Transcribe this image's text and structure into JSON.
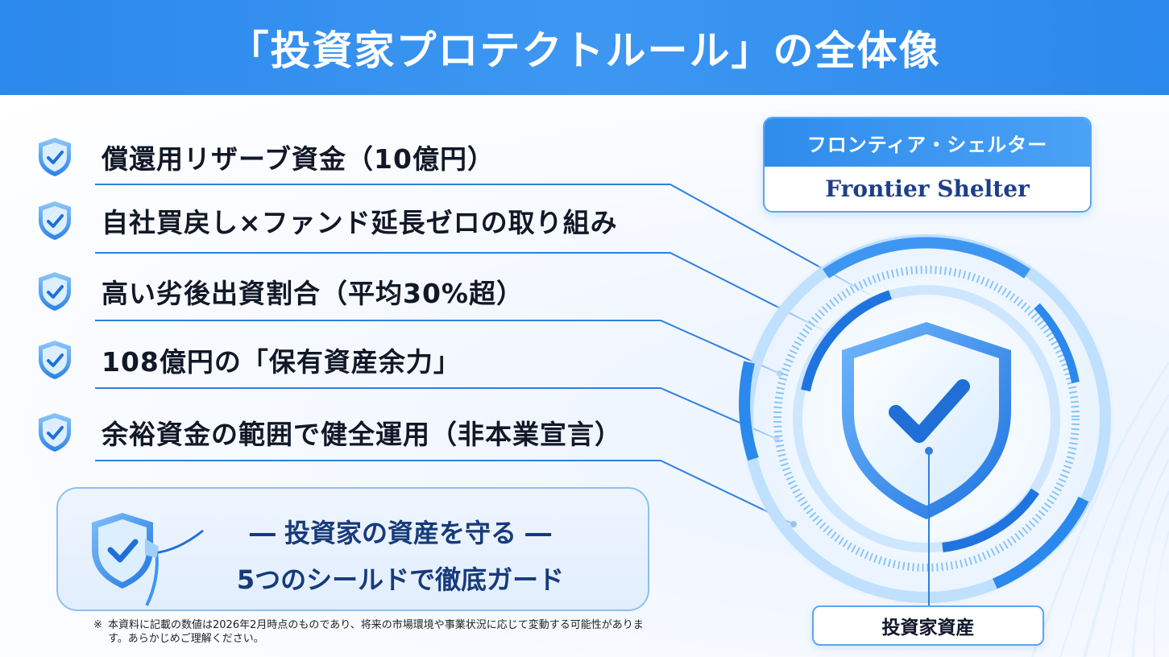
{
  "header": {
    "title": "「投資家プロテクトルール」の全体像"
  },
  "items": [
    {
      "label": "償還用リザーブ資金（10億円）",
      "icon": "shield-check-icon"
    },
    {
      "label": "自社買戻し×ファンド延長ゼロの取り組み",
      "icon": "shield-check-icon"
    },
    {
      "label": "高い劣後出資割合（平均30%超）",
      "icon": "shield-check-icon"
    },
    {
      "label": "108億円の「保有資産余力」",
      "icon": "shield-check-icon"
    },
    {
      "label": "余裕資金の範囲で健全運用（非本業宣言）",
      "icon": "shield-check-icon"
    }
  ],
  "brand": {
    "jp": "フロンティア・シェルター",
    "en": "Frontier Shelter"
  },
  "emblem": {
    "label": "投資家資産",
    "icon": "shield-check-icon"
  },
  "guard": {
    "line1": "― 投資家の資産を守る ―",
    "line2": "5つのシールドで徹底ガード",
    "icon": "shield-guard-icon"
  },
  "note": {
    "mark": "※",
    "text": "本資料に記載の数値は2026年2月時点のものであり、将来の市場環境や事業状況に応じて変動する可能性があります。あらかじめご理解ください。"
  },
  "colors": {
    "accent": "#2b88ec",
    "navy": "#173a7a",
    "line": "#2f7fe0"
  }
}
